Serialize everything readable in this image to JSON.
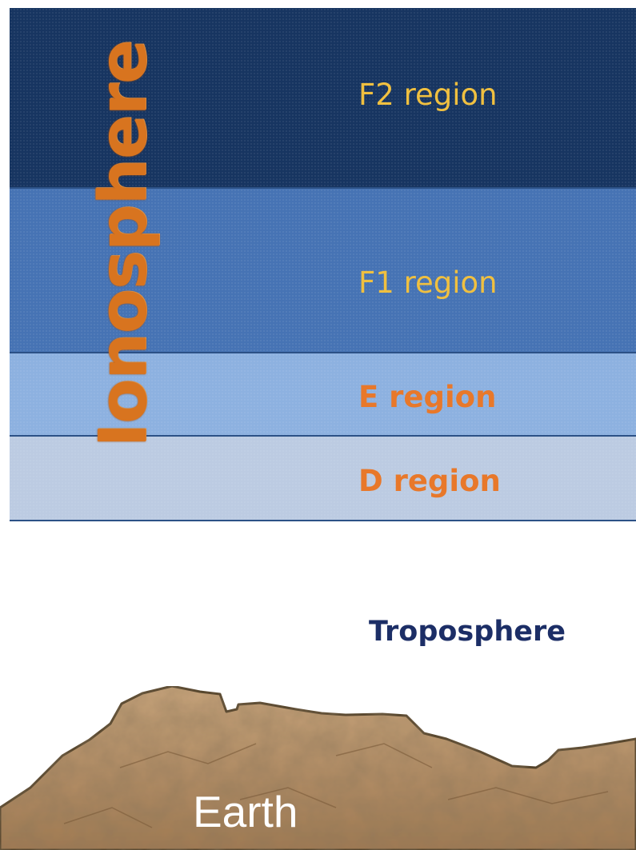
{
  "ionosphere": {
    "title": "Ionosphere",
    "regions": [
      {
        "label": "F2 region"
      },
      {
        "label": "F1 region"
      },
      {
        "label": "E region"
      },
      {
        "label": "D region"
      }
    ]
  },
  "troposphere": {
    "label": "Troposphere"
  },
  "earth": {
    "label": "Earth"
  },
  "colors": {
    "f2_layer": "#173561",
    "f1_layer": "#4673b4",
    "e_layer": "#8db1e0",
    "d_layer": "#bccbe2",
    "f_label": "#f0c040",
    "ed_label": "#e8782a",
    "troposphere_label": "#1c2e66",
    "earth_ground": "#b08a62"
  }
}
